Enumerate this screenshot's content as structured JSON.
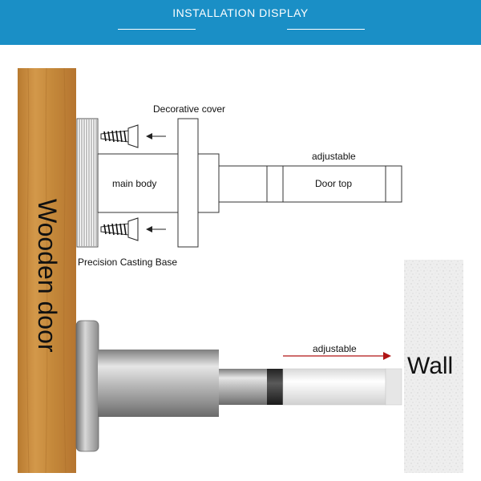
{
  "header": {
    "title": "INSTALLATION DISPLAY"
  },
  "labels": {
    "decorative_cover": "Decorative cover",
    "main_body": "main body",
    "adjustable_top": "adjustable",
    "door_top": "Door top",
    "precision_casting_base": "Precision Casting Base",
    "wooden_door": "Wooden door",
    "adjustable_bottom": "adjustable",
    "wall": "Wall"
  },
  "colors": {
    "banner": "#1a8fc6",
    "wood": "#c98a3c",
    "arrow_red": "#b01414",
    "metal": "#9a9a9a"
  }
}
